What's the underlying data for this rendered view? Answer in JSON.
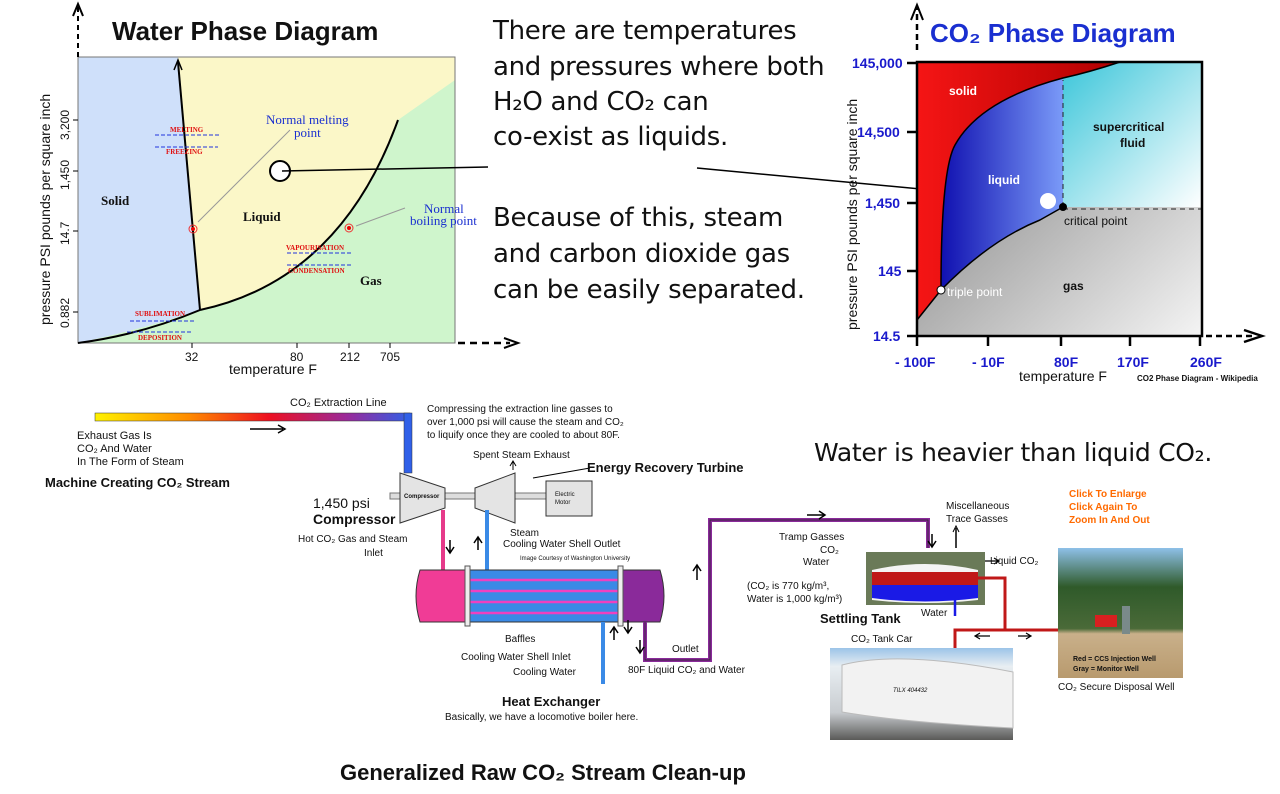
{
  "water_diagram": {
    "title": "Water Phase Diagram",
    "y_label": "pressure  PSI  pounds per square inch",
    "x_label": "temperature  F",
    "y_ticks": [
      "3,200",
      "1,450",
      "14.7",
      "0.882"
    ],
    "x_ticks": [
      "32",
      "80",
      "212",
      "705"
    ],
    "regions": {
      "solid": "Solid",
      "liquid": "Liquid",
      "gas": "Gas"
    },
    "annotations": {
      "melting_point": [
        "Normal melting",
        "point"
      ],
      "boiling_point": [
        "Normal",
        "boiling point"
      ]
    },
    "transitions": {
      "melting": "MELTING",
      "freezing": "FREEZING",
      "vapourisation": "VAPOURISATION",
      "condensation": "CONDENSATION",
      "sublimation": "SUBLIMATION",
      "deposition": "DEPOSITION"
    },
    "colors": {
      "solid": "#cfe0fa",
      "liquid": "#fbf7c8",
      "gas": "#cff5cc"
    }
  },
  "center_text": {
    "para1": [
      "There are temperatures",
      "and pressures where both",
      "H₂O and CO₂ can",
      "co-exist as liquids."
    ],
    "para2": [
      "Because of this, steam",
      "and carbon dioxide  gas",
      "can be easily separated."
    ]
  },
  "co2_diagram": {
    "title": "CO₂ Phase Diagram",
    "y_label": "pressure  PSI  pounds per square inch",
    "x_label": "temperature  F",
    "y_ticks": [
      "145,000",
      "14,500",
      "1,450",
      "145",
      "14.5"
    ],
    "x_ticks": [
      "- 100F",
      "- 10F",
      "80F",
      "170F",
      "260F"
    ],
    "regions": {
      "solid": "solid",
      "liquid": "liquid",
      "supercritical": [
        "supercritical",
        "fluid"
      ],
      "gas": "gas"
    },
    "points": {
      "critical": "critical point",
      "triple": "triple point"
    },
    "credit": "CO2 Phase Diagram - Wikipedia"
  },
  "process": {
    "extraction_line": "CO₂ Extraction Line",
    "exhaust_note": [
      "Exhaust Gas Is",
      "CO₂ And Water",
      "In The Form of Steam"
    ],
    "machine_label": "Machine Creating CO₂ Stream",
    "compress_note": [
      "Compressing the extraction line gasses to",
      "over 1,000 psi will cause the steam and CO₂",
      "to liquify once they are cooled to about 80F."
    ],
    "spent_steam": "Spent Steam Exhaust",
    "turbine": "Energy Recovery Turbine",
    "compressor_box": "Compressor",
    "motor": [
      "Electric",
      "Motor"
    ],
    "psi": "1,450 psi",
    "compressor": "Compressor",
    "hot_gas": "Hot CO₂ Gas and Steam",
    "inlet": "Inlet",
    "steam": "Steam",
    "shell_outlet": "Cooling Water Shell Outlet",
    "courtesy": "Image Courtesy of Washington University",
    "baffles": "Baffles",
    "shell_inlet": "Cooling Water Shell Inlet",
    "cooling_water": "Cooling Water",
    "outlet": "Outlet",
    "liquid_out": "80F Liquid CO₂ and Water",
    "heat_exchanger": "Heat Exchanger",
    "boiler_note": "Basically, we have a locomotive boiler here.",
    "water_heavier": "Water is heavier than liquid CO₂.",
    "misc_gas": [
      "Miscellaneous",
      "Trace Gasses"
    ],
    "tramp": "Tramp Gasses",
    "co2": "CO₂",
    "water": "Water",
    "density": [
      "(CO₂ is 770 kg/m³,",
      "Water is 1,000 kg/m³)"
    ],
    "settling_tank": "Settling Tank",
    "tank_water": "Water",
    "liquid_co2": "Liquid CO₂",
    "tank_car": "CO₂ Tank Car",
    "tank_car_number": "TILX 404432",
    "click": [
      "Click To Enlarge",
      "Click Again To",
      "Zoom In And Out"
    ],
    "well_legend": [
      "Red = CCS Injection Well",
      "Gray = Monitor Well"
    ],
    "disposal": "CO₂ Secure Disposal Well"
  },
  "footer_title": "Generalized Raw CO₂ Stream Clean-up"
}
